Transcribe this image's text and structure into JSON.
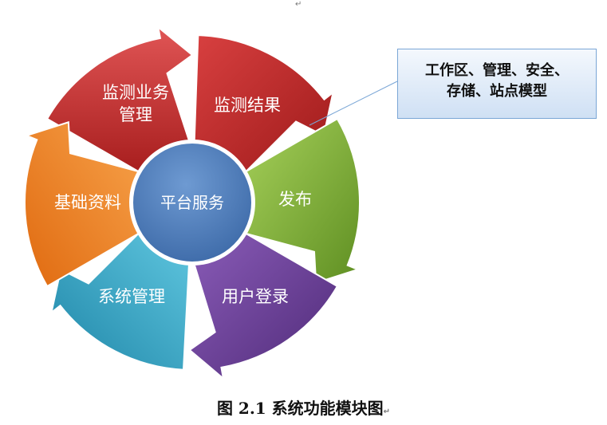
{
  "hub": {
    "label": "平台服务"
  },
  "segments": [
    {
      "lines": [
        "监测业务",
        "管理"
      ],
      "color": "#c32f2f"
    },
    {
      "lines": [
        "监测结果"
      ],
      "color": "#c23030"
    },
    {
      "lines": [
        "发布"
      ],
      "color": "#82b43a"
    },
    {
      "lines": [
        "用户登录"
      ],
      "color": "#6b4095"
    },
    {
      "lines": [
        "系统管理"
      ],
      "color": "#2fa4c4"
    },
    {
      "lines": [
        "基础资料"
      ],
      "color": "#f0841e"
    }
  ],
  "hub_color": "#4f7fbf",
  "callout": {
    "line1": "工作区、管理、安全、",
    "line2": "存储、站点模型"
  },
  "caption": "图 2.1 系统功能模块图",
  "marks": {
    "top": "↵",
    "caption_end": "↵"
  }
}
